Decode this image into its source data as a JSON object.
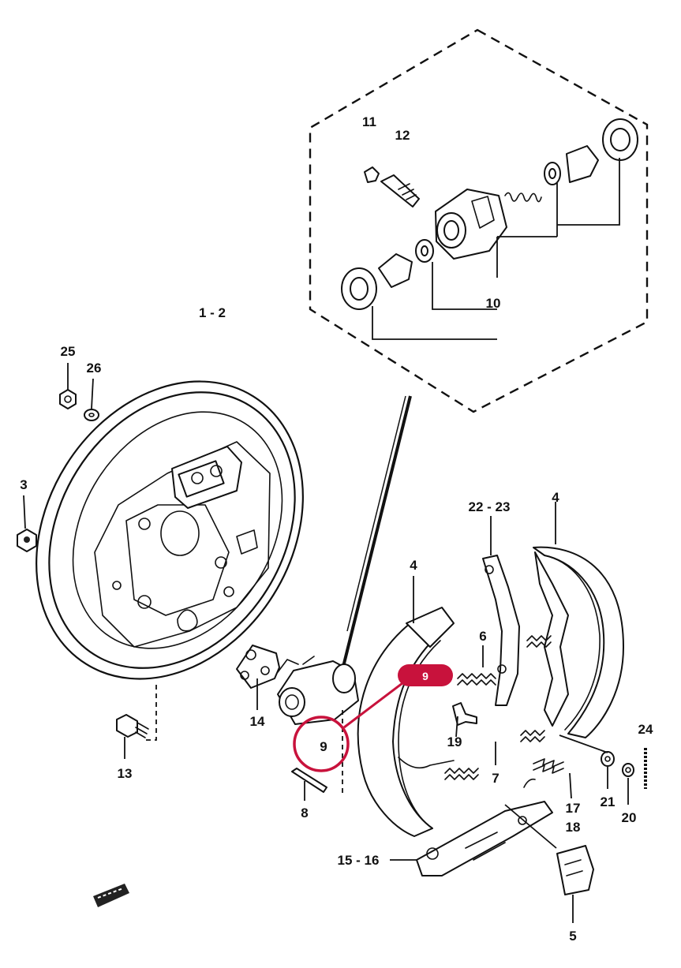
{
  "diagram": {
    "part_labels": [
      {
        "id": "p1",
        "text": "1 - 2"
      },
      {
        "id": "p3",
        "text": "3"
      },
      {
        "id": "p4a",
        "text": "4"
      },
      {
        "id": "p4b",
        "text": "4"
      },
      {
        "id": "p5",
        "text": "5"
      },
      {
        "id": "p6",
        "text": "6"
      },
      {
        "id": "p7",
        "text": "7"
      },
      {
        "id": "p8",
        "text": "8"
      },
      {
        "id": "p9",
        "text": "9"
      },
      {
        "id": "p10",
        "text": "10"
      },
      {
        "id": "p11",
        "text": "11"
      },
      {
        "id": "p12",
        "text": "12"
      },
      {
        "id": "p13",
        "text": "13"
      },
      {
        "id": "p14",
        "text": "14"
      },
      {
        "id": "p15",
        "text": "15 - 16"
      },
      {
        "id": "p17",
        "text": "17"
      },
      {
        "id": "p18",
        "text": "18"
      },
      {
        "id": "p19",
        "text": "19"
      },
      {
        "id": "p20",
        "text": "20"
      },
      {
        "id": "p21",
        "text": "21"
      },
      {
        "id": "p22",
        "text": "22 - 23"
      },
      {
        "id": "p24",
        "text": "24"
      },
      {
        "id": "p25",
        "text": "25"
      },
      {
        "id": "p26",
        "text": "26"
      }
    ],
    "highlight_badge": {
      "text": "9",
      "color": "#c8123c"
    },
    "highlight_circle_color": "#c8123c"
  }
}
